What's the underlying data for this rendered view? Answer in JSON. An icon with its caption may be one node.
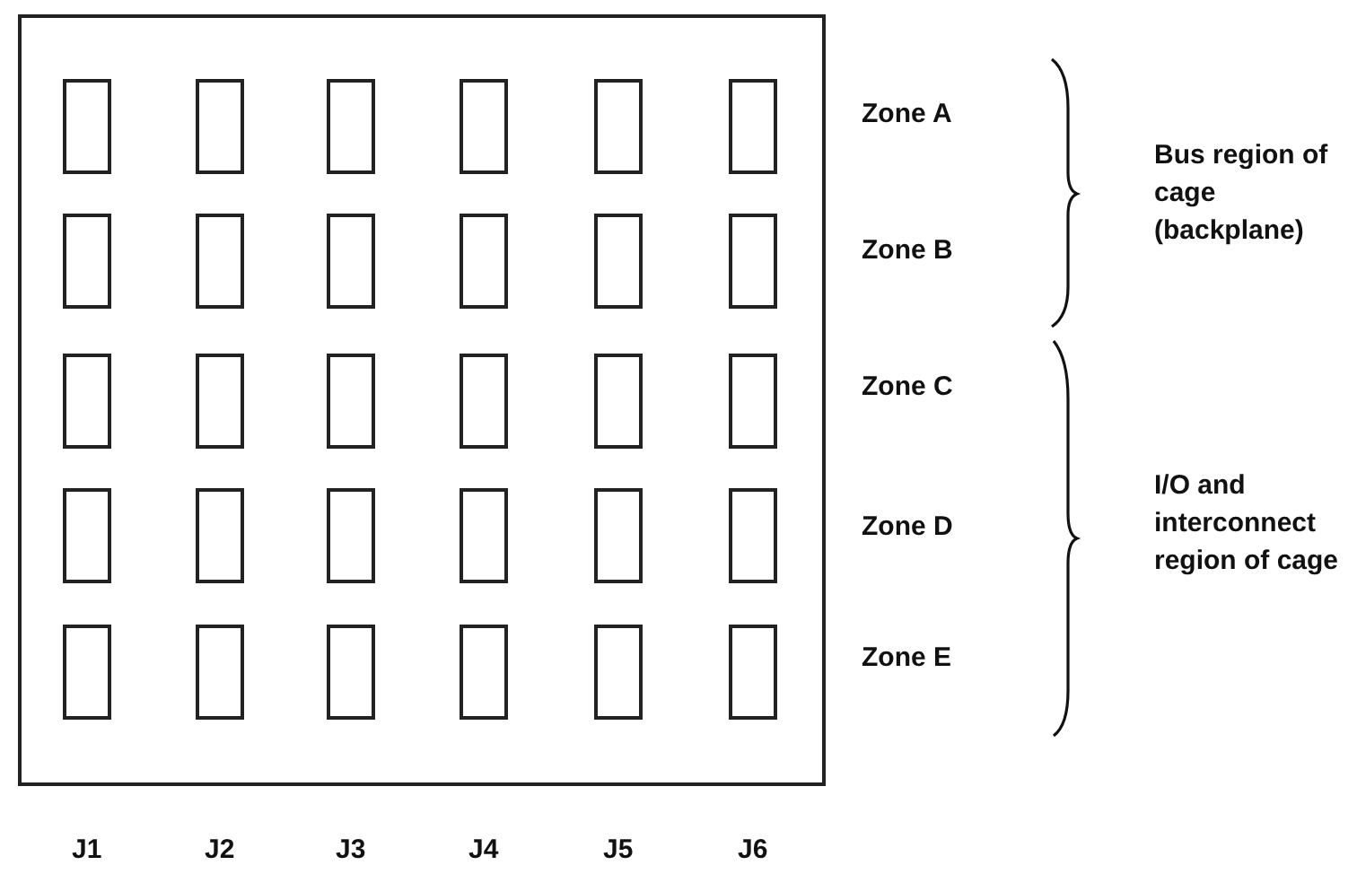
{
  "diagram": {
    "nodes": [
      {
        "text": [],
        "shape": "box"
      },
      {
        "text": [],
        "shape": "box",
        "in": 0
      },
      {
        "text": [],
        "shape": "box",
        "in": 0
      },
      {
        "text": [],
        "shape": "box",
        "in": 0
      },
      {
        "text": [],
        "shape": "box",
        "in": 0
      },
      {
        "text": [],
        "shape": "box",
        "in": 0
      },
      {
        "text": [],
        "shape": "box",
        "in": 0
      },
      {
        "text": [],
        "shape": "box",
        "in": 0
      },
      {
        "text": [],
        "shape": "box",
        "in": 0
      },
      {
        "text": [],
        "shape": "box",
        "in": 0
      },
      {
        "text": [],
        "shape": "box",
        "in": 0
      },
      {
        "text": [],
        "shape": "box",
        "in": 0
      },
      {
        "text": [],
        "shape": "box",
        "in": 0
      },
      {
        "text": [],
        "shape": "box",
        "in": 0
      },
      {
        "text": [],
        "shape": "box",
        "in": 0
      },
      {
        "text": [],
        "shape": "box",
        "in": 0
      },
      {
        "text": [],
        "shape": "box",
        "in": 0
      },
      {
        "text": [],
        "shape": "box",
        "in": 0
      },
      {
        "text": [],
        "shape": "box",
        "in": 0
      },
      {
        "text": [],
        "shape": "box",
        "in": 0
      },
      {
        "text": [],
        "shape": "box",
        "in": 0
      },
      {
        "text": [],
        "shape": "box",
        "in": 0
      },
      {
        "text": [],
        "shape": "box",
        "in": 0
      },
      {
        "text": [],
        "shape": "box",
        "in": 0
      },
      {
        "text": [],
        "shape": "box",
        "in": 0
      },
      {
        "text": [],
        "shape": "box",
        "in": 0
      },
      {
        "text": [],
        "shape": "box",
        "in": 0
      },
      {
        "text": [],
        "shape": "box",
        "in": 0
      },
      {
        "text": [],
        "shape": "box",
        "in": 0
      },
      {
        "text": [],
        "shape": "box",
        "in": 0
      },
      {
        "text": [],
        "shape": "box",
        "in": 0
      }
    ],
    "labels": [
      "Zone A",
      "Zone B",
      "Zone C",
      "Zone D",
      "Zone E",
      "Bus region of cage (backplane)",
      "I/O and interconnect region of cage",
      "J1",
      "J2",
      "J3",
      "J4",
      "J5",
      "J6"
    ]
  }
}
